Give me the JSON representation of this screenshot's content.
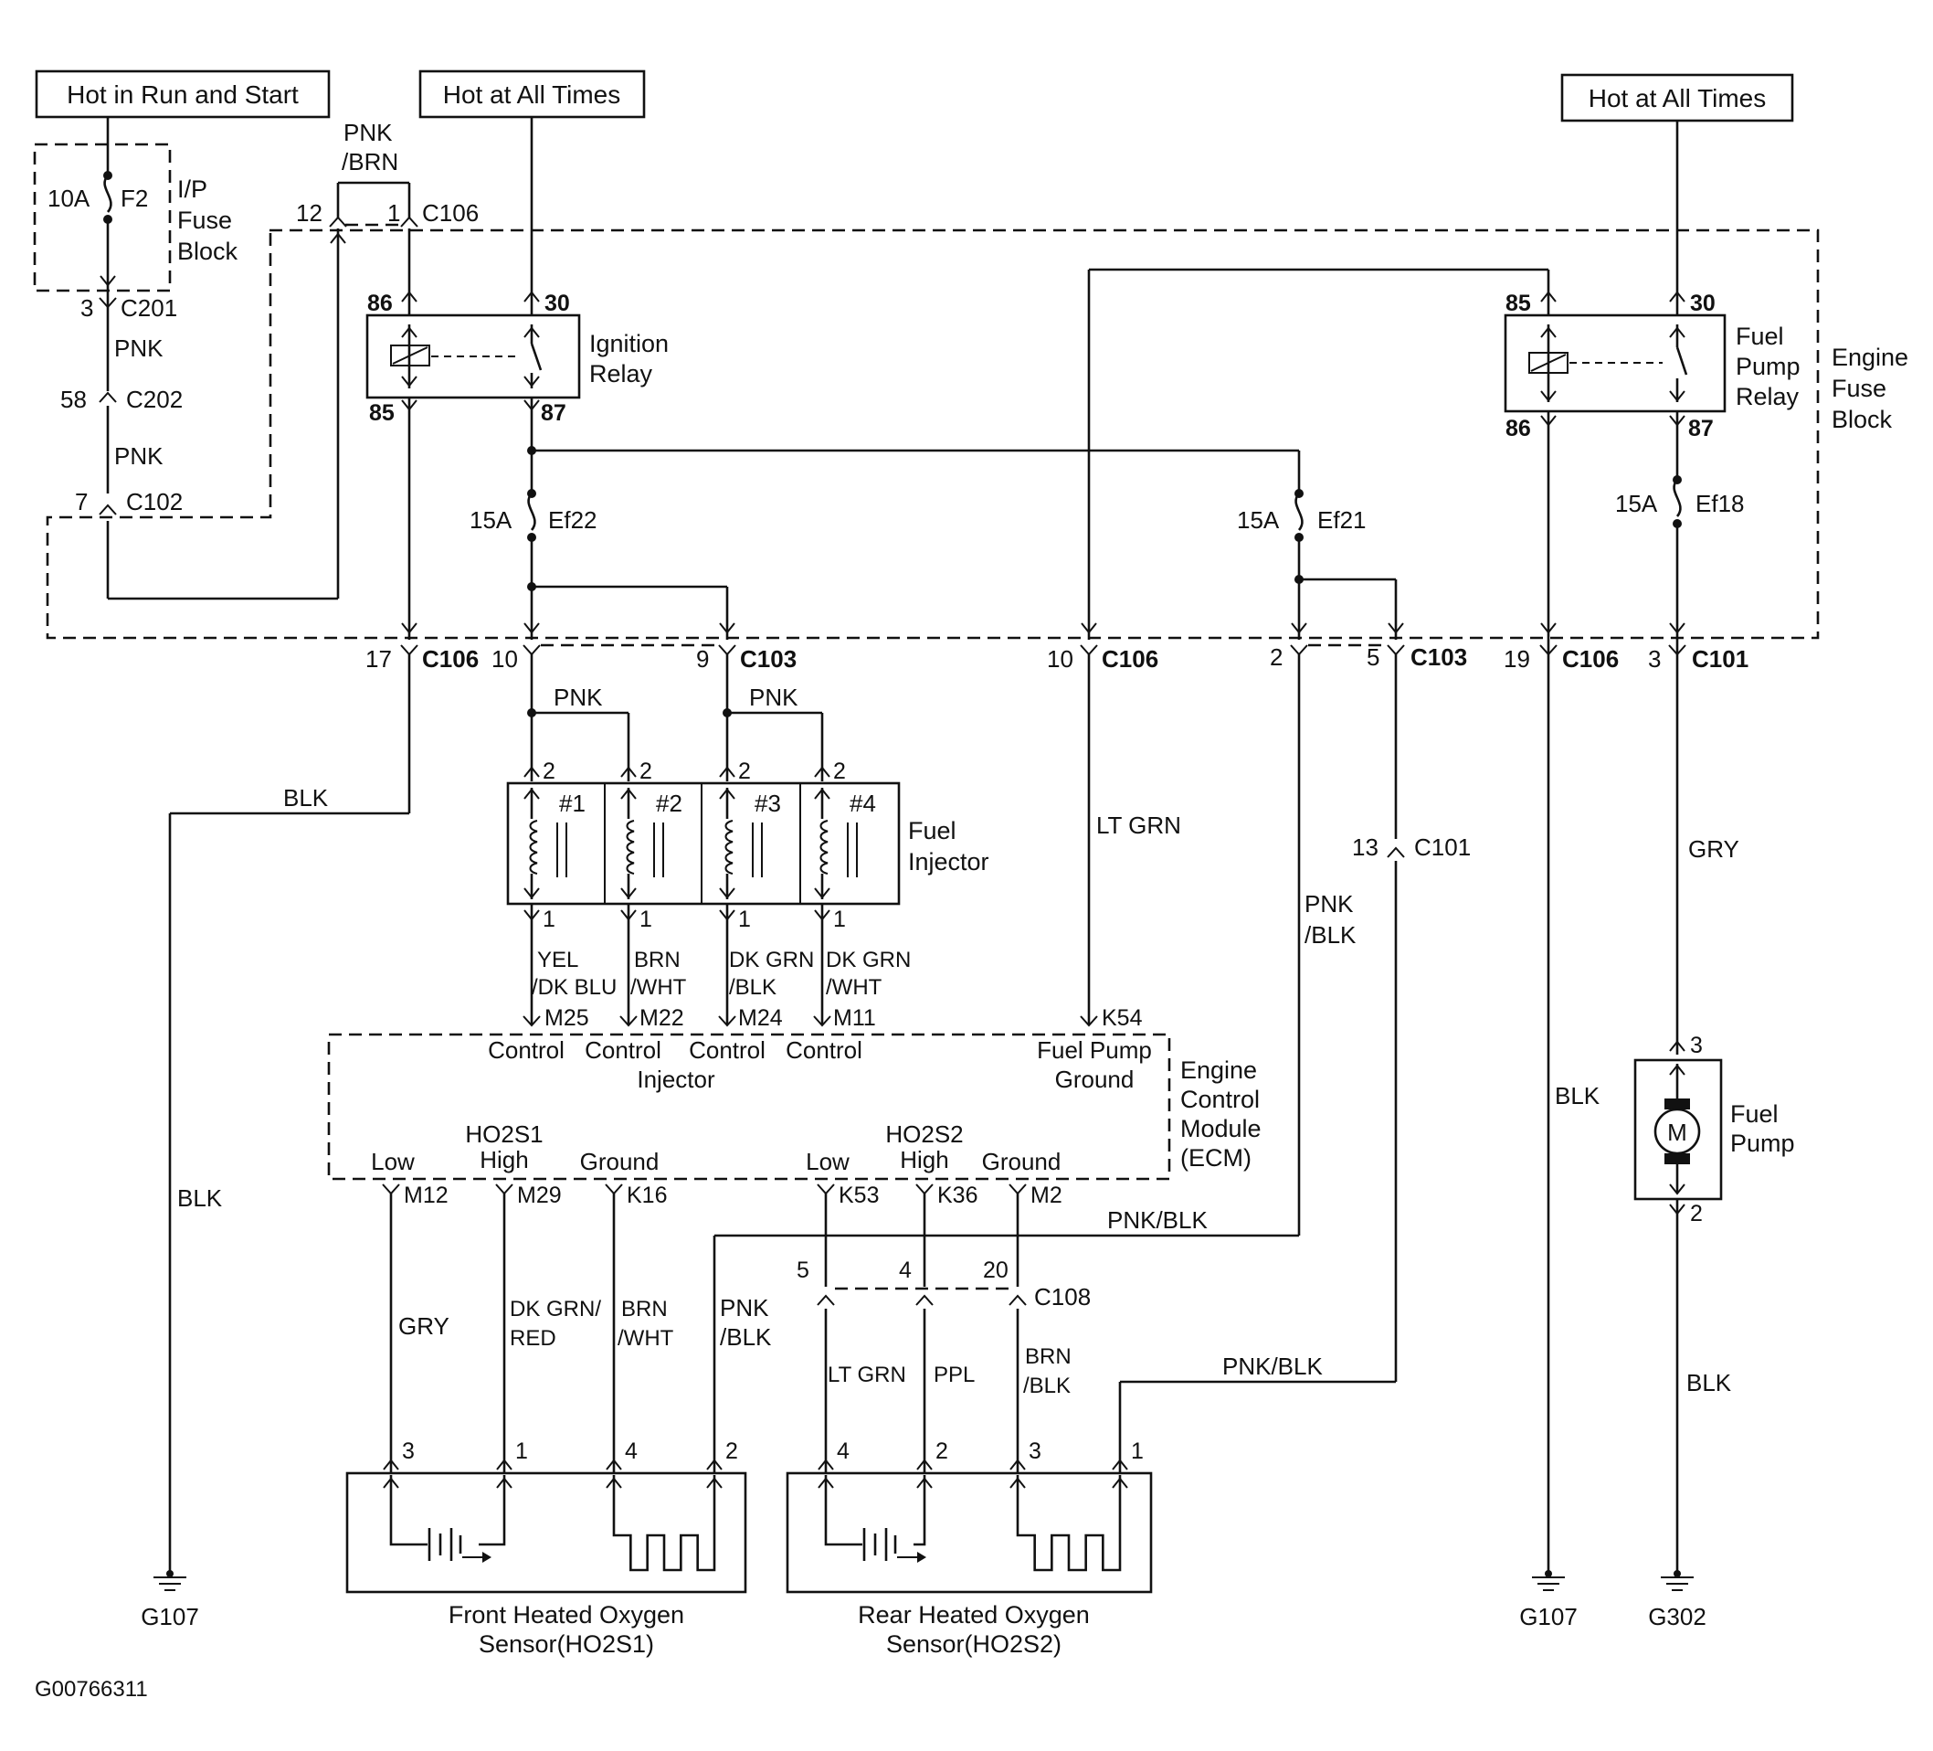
{
  "sources": {
    "hot_run_start": "Hot in Run and Start",
    "hot_all_times_1": "Hot at All Times",
    "hot_all_times_2": "Hot at All Times"
  },
  "fuses": {
    "f2": {
      "amp": "10A",
      "id": "F2"
    },
    "ef22": {
      "amp": "15A",
      "id": "Ef22"
    },
    "ef21": {
      "amp": "15A",
      "id": "Ef21"
    },
    "ef18": {
      "amp": "15A",
      "id": "Ef18"
    }
  },
  "blocks": {
    "ip_fuse_1": "I/P",
    "ip_fuse_2": "Fuse",
    "ip_fuse_3": "Block",
    "engine_fuse_1": "Engine",
    "engine_fuse_2": "Fuse",
    "engine_fuse_3": "Block"
  },
  "relays": {
    "ignition_1": "Ignition",
    "ignition_2": "Relay",
    "fuel_pump_1": "Fuel",
    "fuel_pump_2": "Pump",
    "fuel_pump_3": "Relay"
  },
  "relay_pins": {
    "p86": "86",
    "p30": "30",
    "p85": "85",
    "p87": "87",
    "q85": "85",
    "q30": "30",
    "q86": "86",
    "q87": "87"
  },
  "connectors": {
    "c201_pin": "3",
    "c201": "C201",
    "c202_pin": "58",
    "c202": "C202",
    "c102_pin": "7",
    "c102": "C102",
    "c106_top_a": "12",
    "c106_top_b": "1",
    "c106_top": "C106",
    "c106_17_pin": "17",
    "c106_17": "C106",
    "c103_10_pin": "10",
    "c103_9_pin": "9",
    "c103_9": "C103",
    "c106_10_pin": "10",
    "c106_10": "C106",
    "c103_2_pin": "2",
    "c103_5_pin": "5",
    "c103_5": "C103",
    "c106_19_pin": "19",
    "c106_19": "C106",
    "c101_3_pin": "3",
    "c101_3": "C101",
    "c101_13_pin": "13",
    "c101_13": "C101",
    "c108_5": "5",
    "c108_4": "4",
    "c108_20": "20",
    "c108": "C108"
  },
  "wires": {
    "pnk_brn_1": "PNK",
    "pnk_brn_2": "/BRN",
    "pnk_1": "PNK",
    "pnk_2": "PNK",
    "blk_1": "BLK",
    "blk_2": "BLK",
    "pnk_inj_a": "PNK",
    "pnk_inj_b": "PNK",
    "lt_grn_k54": "LT GRN",
    "pnk_blk_1": "PNK",
    "pnk_blk_2": "/BLK",
    "gry_pump": "GRY",
    "blk_relay": "BLK",
    "blk_pump": "BLK",
    "yel_1": "YEL",
    "yel_2": "/DK BLU",
    "brn_1": "BRN",
    "brn_2": "/WHT",
    "dkgrn_blk_1": "DK GRN",
    "dkgrn_blk_2": "/BLK",
    "dkgrn_wht_1": "DK GRN",
    "dkgrn_wht_2": "/WHT",
    "gry_m12": "GRY",
    "dkgrn_red_1": "DK GRN/",
    "dkgrn_red_2": "RED",
    "brn_wht_1": "BRN",
    "brn_wht_2": "/WHT",
    "pnk_blk_f1": "PNK",
    "pnk_blk_f2": "/BLK",
    "pnk_blk_h1": "PNK/BLK",
    "pnk_blk_h2": "PNK/BLK",
    "lt_grn_k53": "LT GRN",
    "ppl": "PPL",
    "brn_blk_1": "BRN",
    "brn_blk_2": "/BLK"
  },
  "injector": {
    "n1": "#1",
    "n2": "#2",
    "n3": "#3",
    "n4": "#4",
    "label_1": "Fuel",
    "label_2": "Injector",
    "pin_top": "2",
    "pin_bot": "1"
  },
  "ecm": {
    "m25": "M25",
    "m22": "M22",
    "m24": "M24",
    "m11": "M11",
    "k54": "K54",
    "control": "Control",
    "injector": "Injector",
    "fuel_pump": "Fuel Pump",
    "ground": "Ground",
    "title_1": "Engine",
    "title_2": "Control",
    "title_3": "Module",
    "title_4": "(ECM)",
    "low": "Low",
    "ho2s1": "HO2S1",
    "high": "High",
    "ho2s2": "HO2S2",
    "m12": "M12",
    "m29": "M29",
    "k16": "K16",
    "k53": "K53",
    "k36": "K36",
    "m2": "M2"
  },
  "fuel_pump": {
    "label_1": "Fuel",
    "label_2": "Pump",
    "motor": "M",
    "pin_top": "3",
    "pin_bot": "2"
  },
  "sensors": {
    "front_1": "Front Heated Oxygen",
    "front_2": "Sensor(HO2S1)",
    "rear_1": "Rear Heated Oxygen",
    "rear_2": "Sensor(HO2S2)",
    "pins": {
      "p3": "3",
      "p1": "1",
      "p4": "4",
      "p2": "2"
    }
  },
  "grounds": {
    "g107_a": "G107",
    "g107_b": "G107",
    "g302": "G302"
  },
  "figure_id": "G00766311"
}
